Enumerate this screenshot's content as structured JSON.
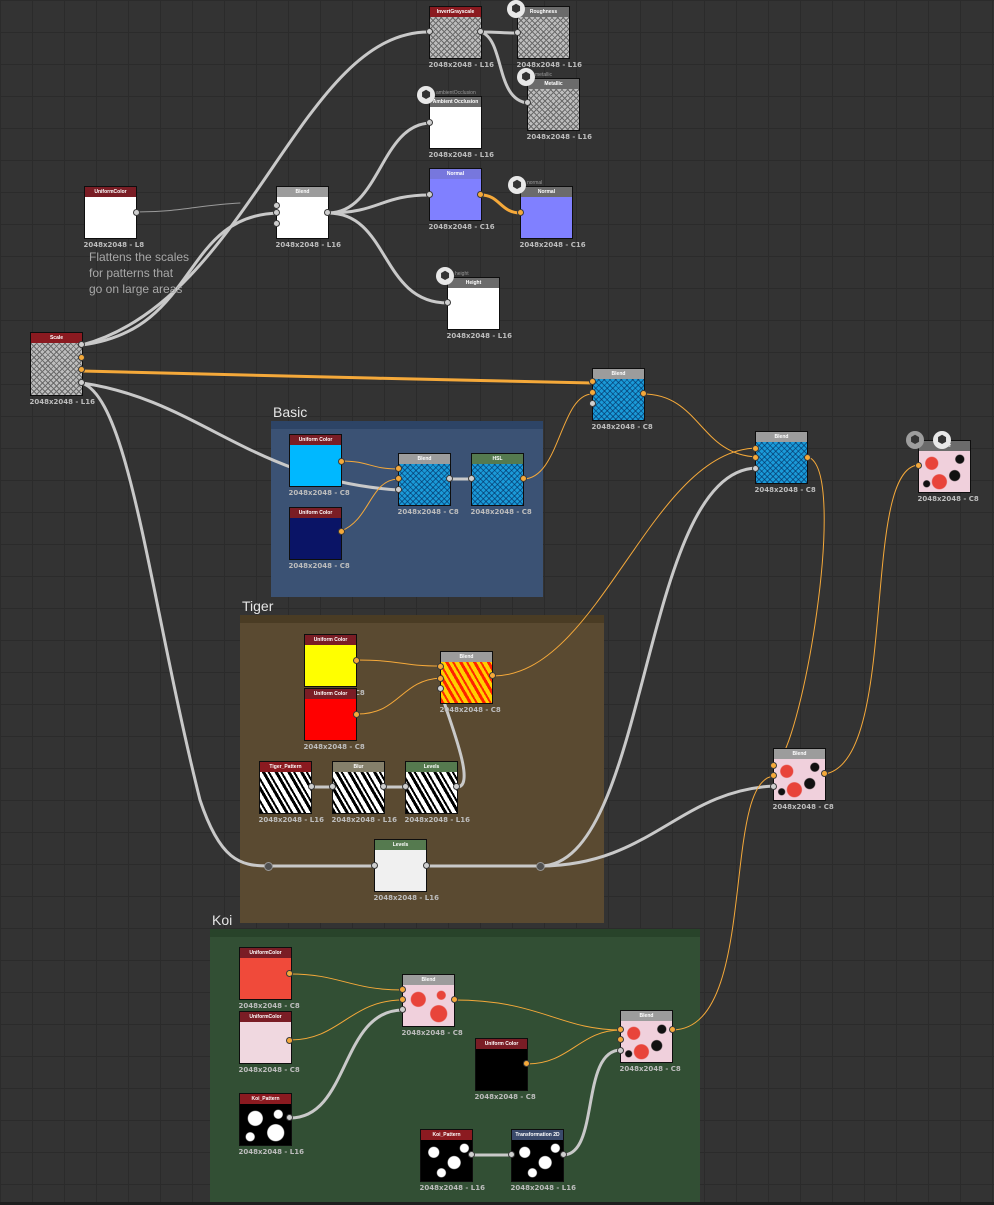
{
  "frames": [
    {
      "id": "basic",
      "title": "Basic",
      "color": "#3b5274",
      "head": "#2d4466"
    },
    {
      "id": "tiger",
      "title": "Tiger",
      "color": "#5a4a31",
      "head": "#4a3c24"
    },
    {
      "id": "koi",
      "title": "Koi",
      "color": "#324f34",
      "head": "#28432a"
    }
  ],
  "comment": "Flattens the scales\nfor patterns that\ngo on large areas",
  "output_tags": [
    "ambientOcclusion",
    "normal",
    "height",
    "metallic"
  ],
  "nodes": [
    {
      "id": "uniform-top",
      "title": "UniformColor",
      "res": "2048x2048 - L8",
      "hdr": "#7a1d25",
      "fill": "#ffffff"
    },
    {
      "id": "scale",
      "title": "Scale",
      "res": "2048x2048 - L16",
      "hdr": "#8b1a20",
      "fill": "checker"
    },
    {
      "id": "blend-top",
      "title": "Blend",
      "res": "2048x2048 - L16",
      "hdr": "#9c9c9c",
      "fill": "#ffffff"
    },
    {
      "id": "invert",
      "title": "InvertGrayscale",
      "res": "2048x2048 - L16",
      "hdr": "#8b1a20",
      "fill": "checker"
    },
    {
      "id": "roughness",
      "title": "Roughness",
      "res": "2048x2048 - L16",
      "hdr": "#6b6b6b",
      "fill": "checker"
    },
    {
      "id": "metallic",
      "title": "Metallic",
      "res": "2048x2048 - L16",
      "hdr": "#6b6b6b",
      "fill": "checker"
    },
    {
      "id": "ao",
      "title": "Ambient Occlusion",
      "res": "2048x2048 - L16",
      "hdr": "#6b6b6b",
      "fill": "#ffffff"
    },
    {
      "id": "normal-gen",
      "title": "Normal",
      "res": "2048x2048 - C16",
      "hdr": "#7777dd",
      "fill": "#8080ff"
    },
    {
      "id": "normal-out",
      "title": "Normal",
      "res": "2048x2048 - C16",
      "hdr": "#6b6b6b",
      "fill": "#8080ff"
    },
    {
      "id": "height",
      "title": "Height",
      "res": "2048x2048 - L16",
      "hdr": "#6b6b6b",
      "fill": "#ffffff"
    },
    {
      "id": "blend-scale",
      "title": "Blend",
      "res": "2048x2048 - C8",
      "hdr": "#9c9c9c",
      "fill": "water"
    },
    {
      "id": "uc-cyan",
      "title": "Uniform Color",
      "res": "2048x2048 - C8",
      "hdr": "#7a1d25",
      "fill": "#00b8ff"
    },
    {
      "id": "uc-navy",
      "title": "Uniform Color",
      "res": "2048x2048 - C8",
      "hdr": "#7a1d25",
      "fill": "#0a1466"
    },
    {
      "id": "blend-basic",
      "title": "Blend",
      "res": "2048x2048 - C8",
      "hdr": "#9c9c9c",
      "fill": "water"
    },
    {
      "id": "hsl",
      "title": "HSL",
      "res": "2048x2048 - C8",
      "hdr": "#557a4f",
      "fill": "water"
    },
    {
      "id": "blend-main",
      "title": "Blend",
      "res": "2048x2048 - C8",
      "hdr": "#9c9c9c",
      "fill": "water"
    },
    {
      "id": "out-color",
      "title": "Color",
      "res": "2048x2048 - C8",
      "hdr": "#6b6b6b",
      "fill": "koi"
    },
    {
      "id": "uc-yellow",
      "title": "Uniform Color",
      "res": "2048x2048 - C8",
      "hdr": "#7a1d25",
      "fill": "#ffff00"
    },
    {
      "id": "uc-red",
      "title": "Uniform Color",
      "res": "2048x2048 - C8",
      "hdr": "#7a1d25",
      "fill": "#ff0000"
    },
    {
      "id": "blend-tiger",
      "title": "Blend",
      "res": "2048x2048 - C8",
      "hdr": "#9c9c9c",
      "fill": "tiger"
    },
    {
      "id": "tiger-pattern",
      "title": "Tiger_Pattern",
      "res": "2048x2048 - L16",
      "hdr": "#8b1a20",
      "fill": "stripes"
    },
    {
      "id": "blur",
      "title": "Blur",
      "res": "2048x2048 - L16",
      "hdr": "#85806b",
      "fill": "stripes"
    },
    {
      "id": "levels-tiger",
      "title": "Levels",
      "res": "2048x2048 - L16",
      "hdr": "#557a4f",
      "fill": "stripes"
    },
    {
      "id": "levels-mid",
      "title": "Levels",
      "res": "2048x2048 - L16",
      "hdr": "#557a4f",
      "fill": "#f0f0f0"
    },
    {
      "id": "blend-koi-final",
      "title": "Blend",
      "res": "2048x2048 - C8",
      "hdr": "#9c9c9c",
      "fill": "koi"
    },
    {
      "id": "uc-koi-red",
      "title": "UniformColor",
      "res": "2048x2048 - C8",
      "hdr": "#7a1d25",
      "fill": "#f04a3a"
    },
    {
      "id": "uc-koi-pink",
      "title": "UniformColor",
      "res": "2048x2048 - C8",
      "hdr": "#7a1d25",
      "fill": "#f0d8e0"
    },
    {
      "id": "blend-koi-a",
      "title": "Blend",
      "res": "2048x2048 - C8",
      "hdr": "#9c9c9c",
      "fill": "koipink"
    },
    {
      "id": "koi-pattern-a",
      "title": "Koi_Pattern",
      "res": "2048x2048 - L16",
      "hdr": "#8b1a20",
      "fill": "spots"
    },
    {
      "id": "uc-black",
      "title": "Uniform Color",
      "res": "2048x2048 - C8",
      "hdr": "#7a1d25",
      "fill": "#000000"
    },
    {
      "id": "blend-koi-b",
      "title": "Blend",
      "res": "2048x2048 - C8",
      "hdr": "#9c9c9c",
      "fill": "koi"
    },
    {
      "id": "koi-pattern-b",
      "title": "Koi_Pattern",
      "res": "2048x2048 - L16",
      "hdr": "#8b1a20",
      "fill": "spotsblack"
    },
    {
      "id": "transform",
      "title": "Transformation 2D",
      "res": "2048x2048 - L16",
      "hdr": "#3a4a6b",
      "fill": "spotsblack"
    }
  ],
  "colors": {
    "wire_gray": "#c9c9c9",
    "wire_orange": "#f5a93a",
    "canvas": "#333333"
  }
}
